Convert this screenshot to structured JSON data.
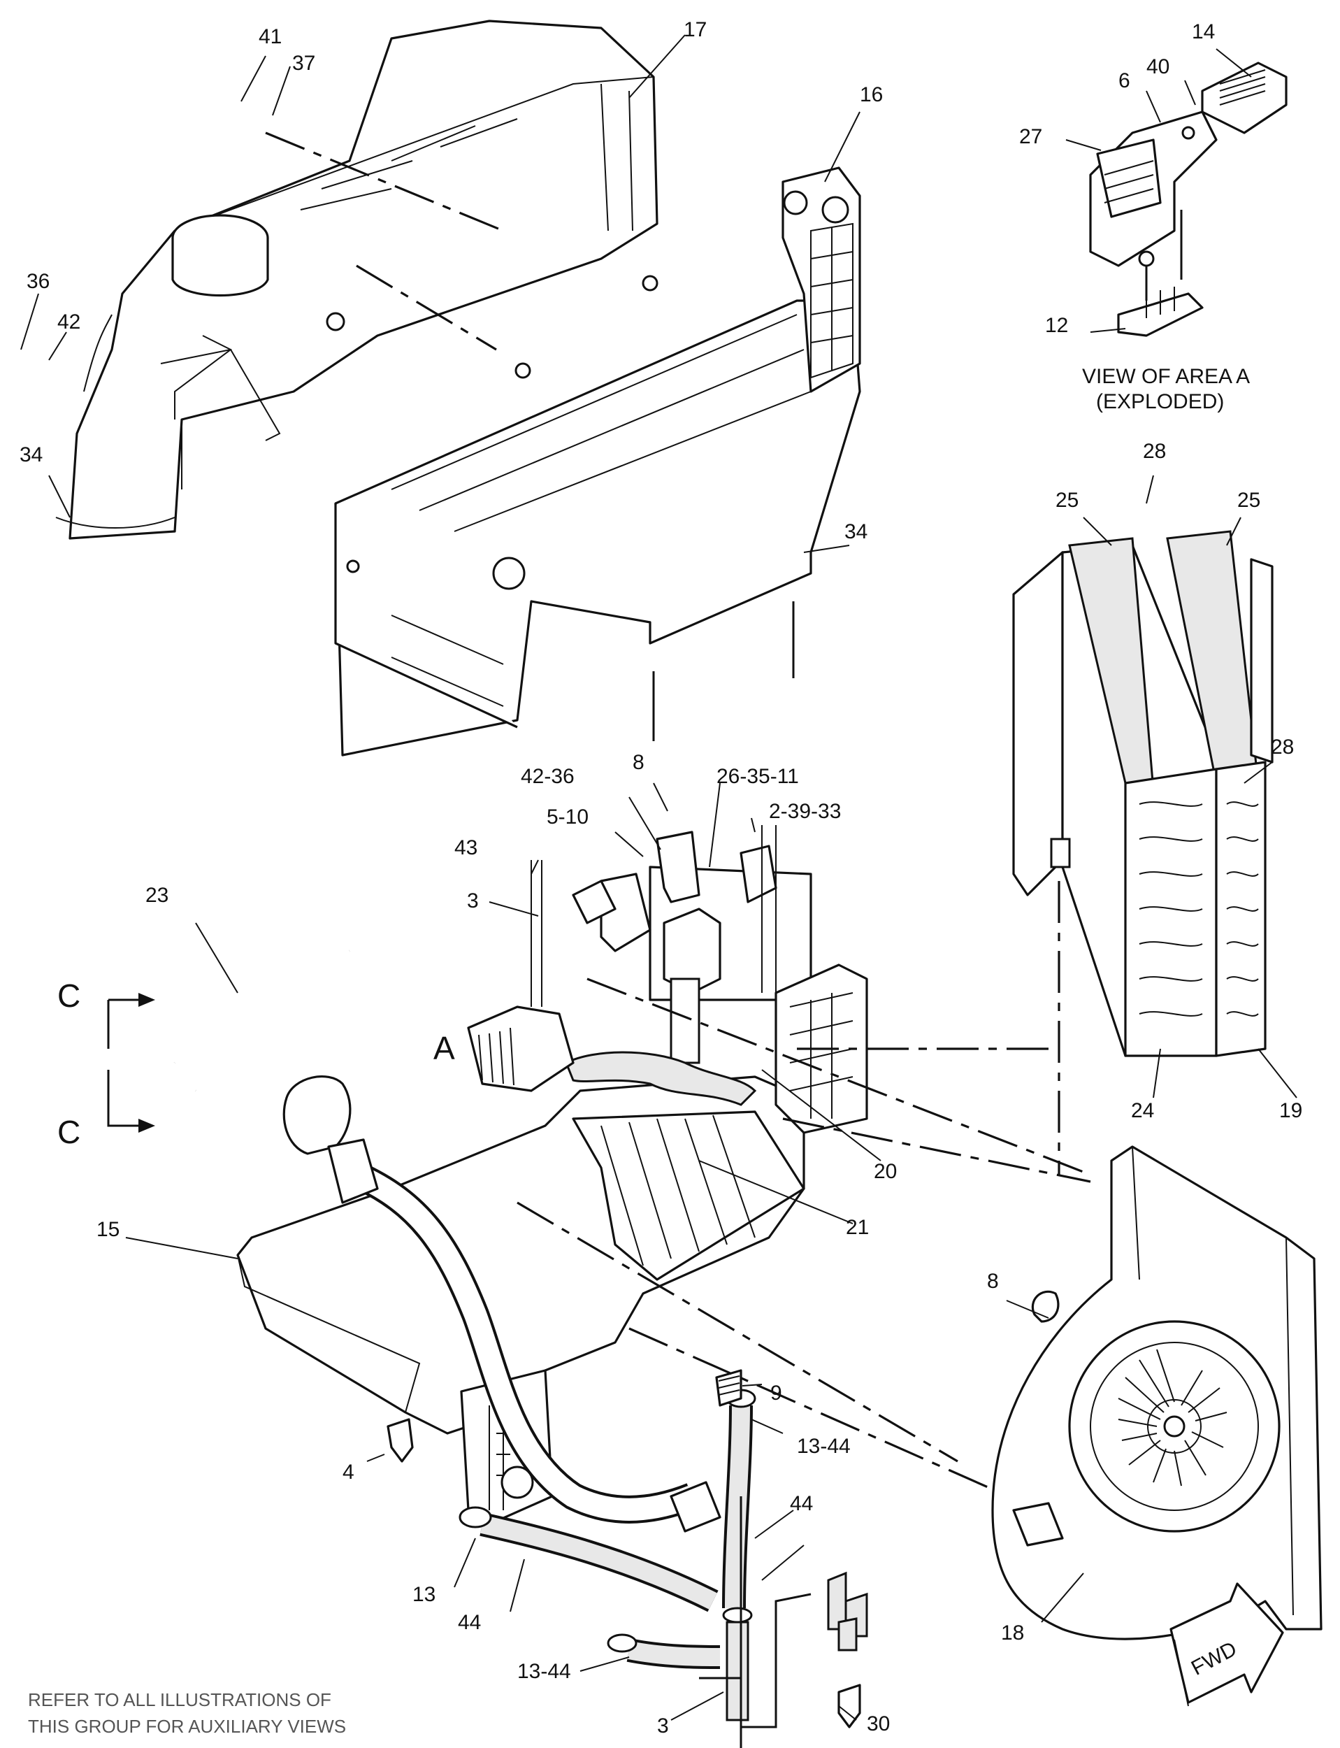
{
  "callouts": {
    "c41": "41",
    "c37": "37",
    "c17": "17",
    "c16": "16",
    "c14": "14",
    "c6": "6",
    "c40": "40",
    "c27": "27",
    "c12": "12",
    "c36": "36",
    "c42": "42",
    "c34a": "34",
    "c34b": "34",
    "c28a": "28",
    "c25a": "25",
    "c25b": "25",
    "c28b": "28",
    "c24": "24",
    "c19": "19",
    "c8a": "8",
    "c4236": "42-36",
    "c2635": "26-35-11",
    "c510": "5-10",
    "c2393": "2-39-33",
    "c43": "43",
    "c3a": "3",
    "c23": "23",
    "c20": "20",
    "c21": "21",
    "c15": "15",
    "c8b": "8",
    "c9": "9",
    "c1344a": "13-44",
    "c4": "4",
    "c44a": "44",
    "c13": "13",
    "c44b": "44",
    "c1344b": "13-44",
    "c3b": "3",
    "c30": "30",
    "c18": "18"
  },
  "section_marks": {
    "upper": "C",
    "lower": "C"
  },
  "area_mark": "A",
  "view_caption": {
    "line1": "VIEW OF AREA  A",
    "line2": "(EXPLODED)"
  },
  "footer_note": {
    "line1": "REFER TO ALL ILLUSTRATIONS OF",
    "line2": "THIS GROUP FOR AUXILIARY VIEWS"
  },
  "direction_arrow": "FWD"
}
